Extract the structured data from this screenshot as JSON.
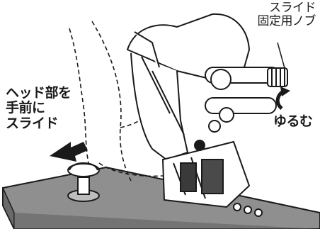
{
  "callouts": {
    "slide_knob": [
      "スライド",
      "固定用ノブ"
    ],
    "head_forward": [
      "ヘッド部を",
      "手前に",
      "スライド"
    ],
    "loosen": "ゆるむ"
  },
  "colors": {
    "ink": "#1a1a1a",
    "table_top": "#8f8f8f",
    "table_edge": "#5a5a5a",
    "background": "#ffffff"
  },
  "icons": {
    "forward_arrow": "arrow-left-icon",
    "loosen_arrow": "rotate-arrow-icon"
  }
}
